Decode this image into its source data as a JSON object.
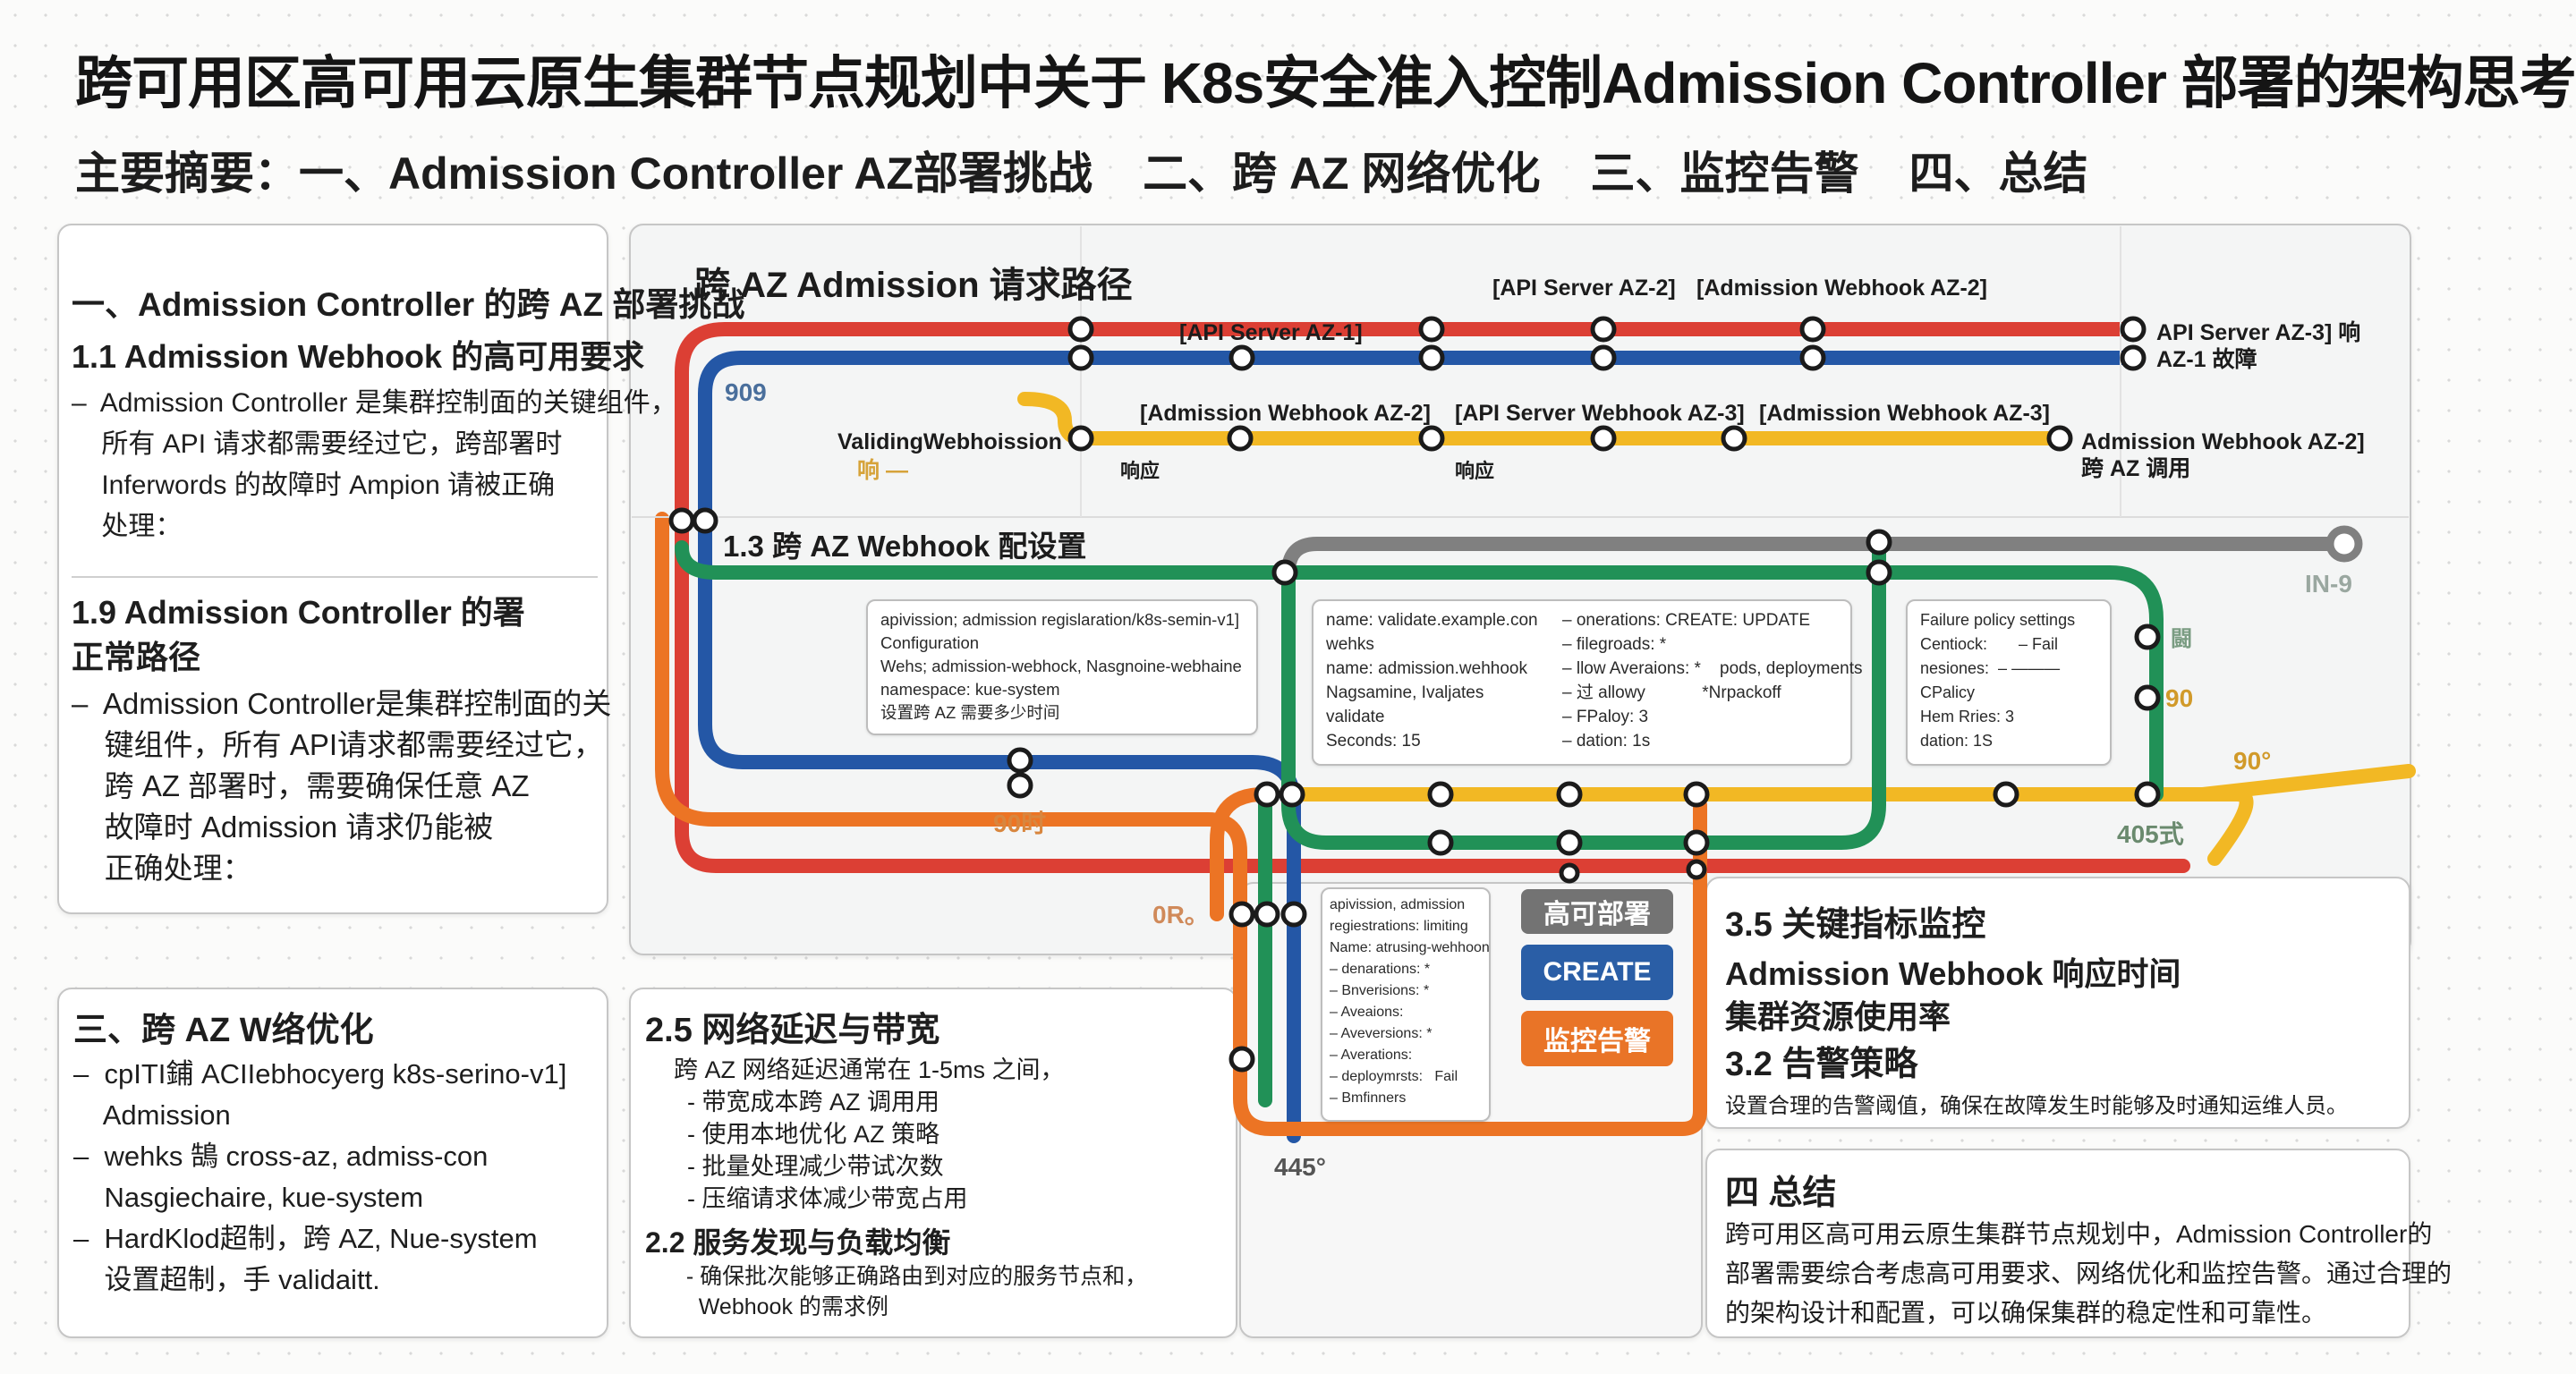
{
  "header": {
    "title": "跨可用区高可用云原生集群节点规划中关于 K8s安全准入控制Admission Controller 部署的架构思考",
    "summary_label": "主要摘要：一、Admission Controller AZ部署挑战",
    "summary_items": [
      "二、跨 AZ 网络优化",
      "三、监控告警",
      "四、总结"
    ]
  },
  "panel_challenge": {
    "heading": "一、Admission Controller 的跨 AZ 部署挑战",
    "sub1": "1.1 Admission Webhook 的高可用要求",
    "text1": "–  Admission Controller 是集群控制面的关键组件，\n    所有 API 请求都需要经过它，跨部署时\n    Inferwords 的故障时 Ampion 请被正确\n    处理：",
    "sub2a": "1.9 Admission Controller 的署",
    "sub2b": "正常路径",
    "text2": "–  Admission Controller是集群控制面的关\n    键组件，所有 API请求都需要经过它，\n    跨 AZ 部署时，需要确保任意 AZ\n    故障时 Admission 请求仍能被\n    正确处理："
  },
  "panel_network": {
    "heading": "三、跨 AZ W络优化",
    "text": "–  cpITI鋪 ACIIebhocyerg k8s-serino-v1]\n    Admission\n–  wehks 鵠 cross-az, admiss-con\n    Nasgiechaire, kue-system\n–  HardKlod超制，跨 AZ, Nue-system\n    设置超制，手 validaitt."
  },
  "panel_latency": {
    "heading": "2.5 网络延迟与带宽",
    "text1": "跨 AZ 网络延迟通常在 1-5ms 之间，\n  - 带宽成本跨 AZ 调用用\n  - 使用本地优化 AZ 策略\n  - 批量处理减少带试次数\n  - 压缩请求体减少带宽占用",
    "sub2": "2.2 服务发现与负载均衡",
    "text2": "  - 确保批次能够正确路由到对应的服务节点和，\n    Webhook 的需求例"
  },
  "panel_monitor": {
    "heading": "3.5 关键指标监控",
    "line1": "Admission Webhook 响应时间",
    "line2": "集群资源使用率",
    "sub2": "3.2 告警策略",
    "text": "设置合理的告警阈值，确保在故障发生时能够及时通知运维人员。"
  },
  "panel_summary": {
    "heading": "四 总结",
    "text": "跨可用区高可用云原生集群节点规划中，Admission Controller的\n部署需要综合考虑高可用要求、网络优化和监控告警。通过合理的\n的架构设计和配置，可以确保集群的稳定性和可靠性。"
  },
  "diagram": {
    "heading": "跨 AZ Admission 请求路径",
    "labels": {
      "api_az2": "[API Server AZ-2]",
      "webhook_az2_top": "[Admission Webhook AZ-2]",
      "api_az1": "[API Server AZ-1]",
      "api_az3_resp": "API Server AZ-3] 响",
      "az1_fail": "AZ-1 故障",
      "webhook_az2_mid": "[Admission Webhook AZ-2]",
      "api_webhook_az3": "[API Server Webhook AZ-3]",
      "webhook_az3": "[Admission Webhook AZ-3]",
      "webhook_az2_right": "Admission Webhook AZ-2]",
      "cross_az_call": "跨 AZ 调用",
      "validating": "ValidingWebhoission",
      "validating_sub": "响 —",
      "resp1": "响应",
      "resp2": "响应",
      "config_heading": "1.3 跨 AZ Webhook 配设置",
      "num_909": "909",
      "num_90a": "90",
      "num_90b": "90°",
      "num_905": "90时",
      "num_405": "405式",
      "num_445": "445°",
      "num_0r": "0R。",
      "num_n9": "IN-9",
      "num_right_icon": "闘"
    },
    "cards": {
      "config": "apivission; admission regislaration/k8s-semin-v1]\nConfiguration\nWehs; admission-webhock, Nasgnoine-webhaine\nnamespace: kue-system\n设置跨 AZ 需要多少时间",
      "webhook_spec": "name: validate.example.con\nwehks\nname: admission.wehhook\nNagsamine, Ivaljates\nvalidate\nSeconds: 15",
      "operations": "– onerations: CREATE: UPDATE\n– filegroads: *\n– llow Averaions: *    pods, deployments\n– 过 allowy            *Nrpackoff\n– FPaloy: 3\n– dation: 1s",
      "policy": "Failure policy settings\nCentiock:       – Fail\nnesiones:  – ———\nCPalicy\nHem Rries: 3\ndation: 1S",
      "bottom": "apivission, admission\nregiestrations: limiting\nName: atrusing-wehhoon\n– denarations: *\n– Bnverisions: *\n– Aveaions:\n– Aveversions: *\n– Averations:\n– deploymrsts:   Fail\n– Bmfinners"
    },
    "pills": {
      "ha": "高可部署",
      "create": "CREATE",
      "alert": "监控告警"
    }
  },
  "colors": {
    "red": "#dc3f34",
    "blue": "#2457a6",
    "yellow": "#f2b824",
    "green": "#219157",
    "orange": "#ec7424",
    "gray": "#808080",
    "pill_gray": "#737373",
    "pill_blue": "#2a5ea6",
    "pill_orange": "#e97427"
  }
}
